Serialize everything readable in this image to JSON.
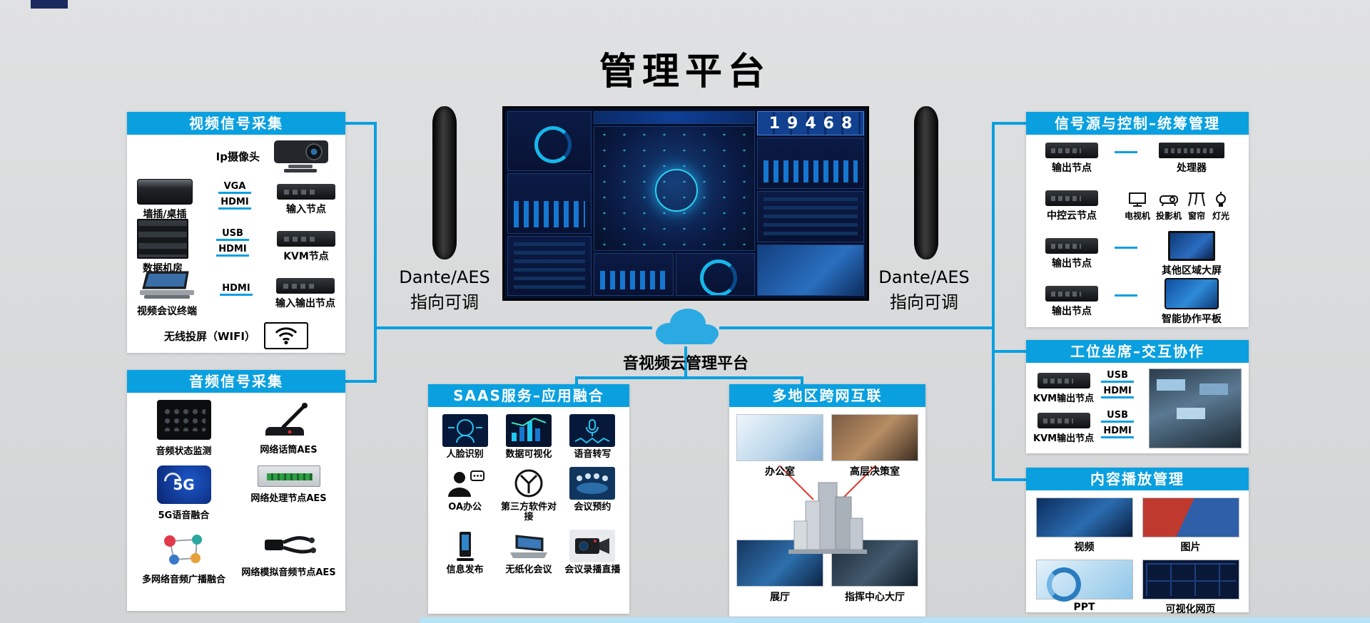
{
  "page": {
    "title": "管理平台"
  },
  "dashboard": {
    "counter": "19468"
  },
  "speaker_left": {
    "line1": "Dante/AES",
    "line2": "指向可调"
  },
  "speaker_right": {
    "line1": "Dante/AES",
    "line2": "指向可调"
  },
  "cloud": {
    "label": "音视频云管理平台"
  },
  "video_panel": {
    "title": "视频信号采集",
    "camera_label": "Ip摄像头",
    "rows": [
      {
        "left_label": "墙插/桌插",
        "conn_top": "VGA",
        "conn_bottom": "HDMI",
        "right_label": "输入节点"
      },
      {
        "left_label": "数据机房",
        "conn_top": "USB",
        "conn_bottom": "HDMI",
        "right_label": "KVM节点"
      },
      {
        "left_label": "视频会议终端",
        "conn_top": "HDMI",
        "right_label": "输入输出节点"
      }
    ],
    "wifi_label": "无线投屏（WIFI）"
  },
  "audio_panel": {
    "title": "音频信号采集",
    "five_g": "5G",
    "items": [
      {
        "label": "音频状态监测"
      },
      {
        "label": "网络话筒AES"
      },
      {
        "label": "5G语音融合"
      },
      {
        "label": "网络处理节点AES"
      },
      {
        "label": "多网络音频广播融合"
      },
      {
        "label": "网络模拟音频节点AES"
      }
    ]
  },
  "saas_panel": {
    "title": "SAAS服务–应用融合",
    "items": [
      {
        "label": "人脸识别"
      },
      {
        "label": "数据可视化"
      },
      {
        "label": "语音转写"
      },
      {
        "label": "OA办公"
      },
      {
        "label": "第三方软件对接"
      },
      {
        "label": "会议预约"
      },
      {
        "label": "信息发布"
      },
      {
        "label": "无纸化会议"
      },
      {
        "label": "会议录播直播"
      }
    ]
  },
  "region_panel": {
    "title": "多地区跨网互联",
    "top_left": "办公室",
    "top_right": "高层决策室",
    "bottom_left": "展厅",
    "bottom_right": "指挥中心大厅"
  },
  "source_panel": {
    "title": "信号源与控制–统筹管理",
    "rows": [
      {
        "left_label": "输出节点",
        "right_label": "处理器"
      },
      {
        "left_label": "中控云节点"
      },
      {
        "left_label": "输出节点",
        "right_label": "其他区域大屏"
      },
      {
        "left_label": "输出节点",
        "right_label": "智能协作平板"
      }
    ],
    "devices": [
      {
        "label": "电视机"
      },
      {
        "label": "投影机"
      },
      {
        "label": "窗帘"
      },
      {
        "label": "灯光"
      }
    ]
  },
  "kvm_panel": {
    "title": "工位坐席–交互协作",
    "rows": [
      {
        "label": "KVM输出节点",
        "conn_top": "USB",
        "conn_bottom": "HDMI"
      },
      {
        "label": "KVM输出节点",
        "conn_top": "USB",
        "conn_bottom": "HDMI"
      }
    ]
  },
  "content_panel": {
    "title": "内容播放管理",
    "items": [
      {
        "label": "视频"
      },
      {
        "label": "图片"
      },
      {
        "label": "PPT"
      },
      {
        "label": "可视化网页"
      }
    ]
  }
}
